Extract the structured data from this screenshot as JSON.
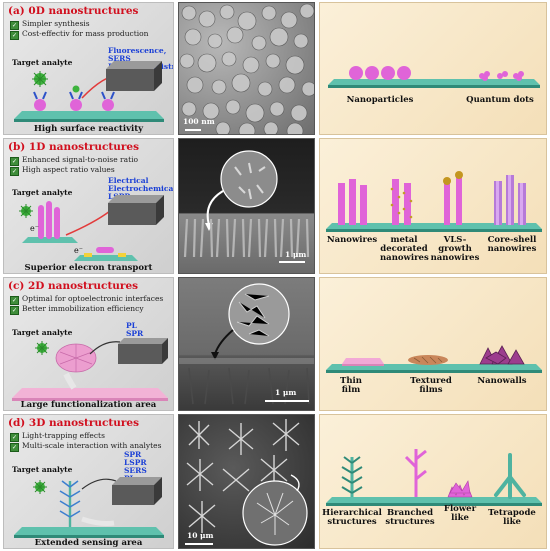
{
  "rows": [
    {
      "title": "(a) 0D nanostructures",
      "features": [
        "Simpler synthesis",
        "Cost-effectiv for mass production"
      ],
      "target": "Target analyte",
      "techniques": [
        "Fluorescence,",
        "SERS",
        "Electrochemistry"
      ],
      "caption": "High surface reactivity",
      "scale_bar": "100 nm",
      "structures": [
        "Nanoparticles",
        "Quantum dots"
      ]
    },
    {
      "title": "(b) 1D nanostructures",
      "features": [
        "Enhanced signal-to-noise ratio",
        "High aspect ratio values"
      ],
      "target": "Target analyte",
      "techniques": [
        "Electrical",
        "Electrochemical",
        "LSPR"
      ],
      "electron_symbol": "e⁻",
      "caption": "Superior elecron transport",
      "scale_bar": "1 μm",
      "structures": [
        "Nanowires",
        "metal decorated nanowires",
        "VLS-growth nanowires",
        "Core-shell nanowires"
      ]
    },
    {
      "title": "(c) 2D nanostructures",
      "features": [
        "Optimal for optoelectronic interfaces",
        "Better immobilization efficiency"
      ],
      "target": "Target analyte",
      "techniques": [
        "PL",
        "SPR"
      ],
      "caption": "Large functionalization area",
      "scale_bar": "1 μm",
      "structures": [
        "Thin film",
        "Textured films",
        "Nanowalls"
      ]
    },
    {
      "title": "(d) 3D nanostructures",
      "features": [
        "Light-trapping effects",
        "Multi-scale interaction with analytes"
      ],
      "target": "Target analyte",
      "techniques": [
        "SPR",
        "LSPR",
        "SERS",
        "PL"
      ],
      "caption": "Extended sensing area",
      "scale_bar": "10 μm",
      "structures": [
        "Hierarchical structures",
        "Branched structures",
        "Flower like",
        "Tetrapode like"
      ]
    }
  ],
  "colors": {
    "title": "#d10f1e",
    "technique": "#1a3fd6",
    "nanostructure": "#e064d8",
    "substrate": "#4fb3a0",
    "check": "#3f8d3a"
  }
}
